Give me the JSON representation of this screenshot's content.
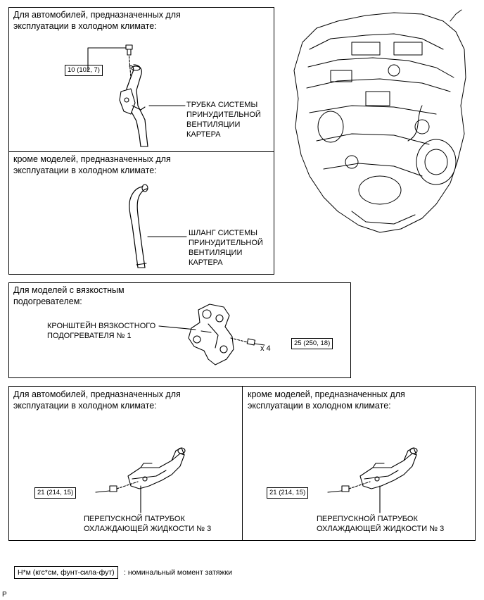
{
  "panel_a": {
    "title": "Для автомобилей, предназначенных для\nэксплуатации в холодном климате:",
    "torque": "10 (102, 7)",
    "part_label": "ТРУБКА СИСТЕМЫ\nПРИНУДИТЕЛЬНОЙ\nВЕНТИЛЯЦИИ\nКАРТЕРА"
  },
  "panel_b": {
    "title": "кроме моделей, предназначенных для\nэксплуатации в холодном климате:",
    "part_label": "ШЛАНГ СИСТЕМЫ\nПРИНУДИТЕЛЬНОЙ\nВЕНТИЛЯЦИИ\nКАРТЕРА"
  },
  "panel_c": {
    "title": "Для моделей с вязкостным\nподогревателем:",
    "part_label": "КРОНШТЕЙН ВЯЗКОСТНОГО\nПОДОГРЕВАТЕЛЯ № 1",
    "count": "x 4",
    "torque": "25 (250, 18)"
  },
  "panel_d": {
    "title": "Для автомобилей, предназначенных для\nэксплуатации в холодном климате:",
    "torque": "21 (214, 15)",
    "part_label": "ПЕРЕПУСКНОЙ ПАТРУБОК\nОХЛАЖДАЮЩЕЙ ЖИДКОСТИ № 3"
  },
  "panel_e": {
    "title": "кроме моделей, предназначенных для\nэксплуатации в холодном климате:",
    "torque": "21 (214, 15)",
    "part_label": "ПЕРЕПУСКНОЙ ПАТРУБОК\nОХЛАЖДАЮЩЕЙ ЖИДКОСТИ № 3"
  },
  "legend": {
    "unit_box": "Н*м (кгс*см, фунт-сила-фут)",
    "description": ": номинальный момент затяжки"
  },
  "footer": {
    "code": "P"
  }
}
